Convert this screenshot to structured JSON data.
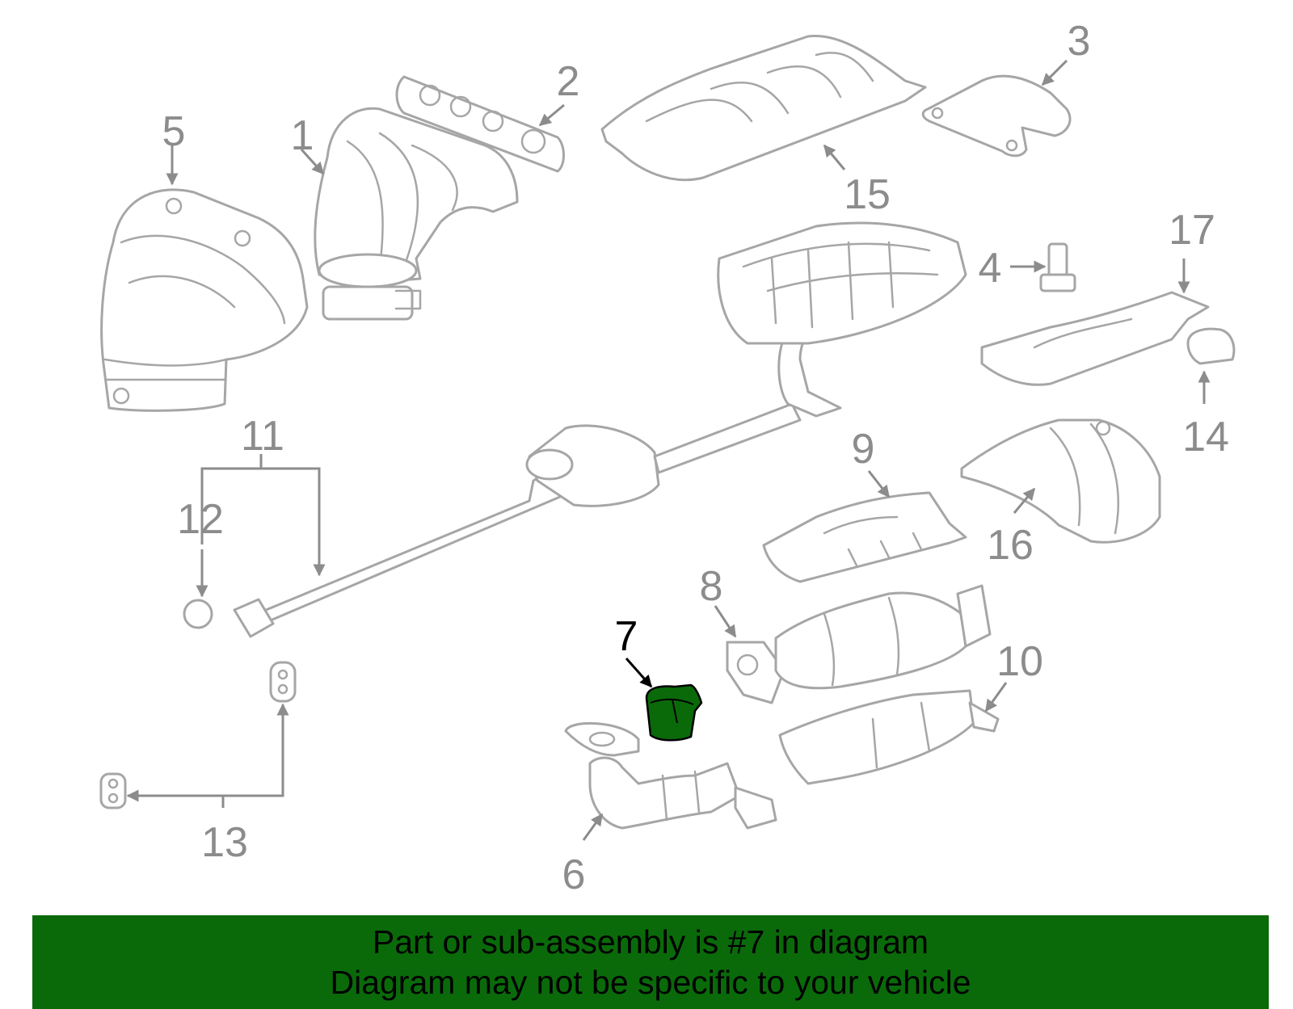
{
  "diagram": {
    "callouts": [
      "1",
      "2",
      "3",
      "4",
      "5",
      "6",
      "7",
      "8",
      "9",
      "10",
      "11",
      "12",
      "13",
      "14",
      "15",
      "16",
      "17"
    ],
    "highlighted_part": "7",
    "colors": {
      "part_outline": "#a6a6a6",
      "callout_text": "#8c8c8c",
      "highlight_fill": "#0a6a0a",
      "highlight_text": "#000000"
    }
  },
  "banner": {
    "line1": "Part or sub-assembly is #7 in diagram",
    "line2": "Diagram may not be specific to your vehicle",
    "background": "#0a6a0a"
  }
}
